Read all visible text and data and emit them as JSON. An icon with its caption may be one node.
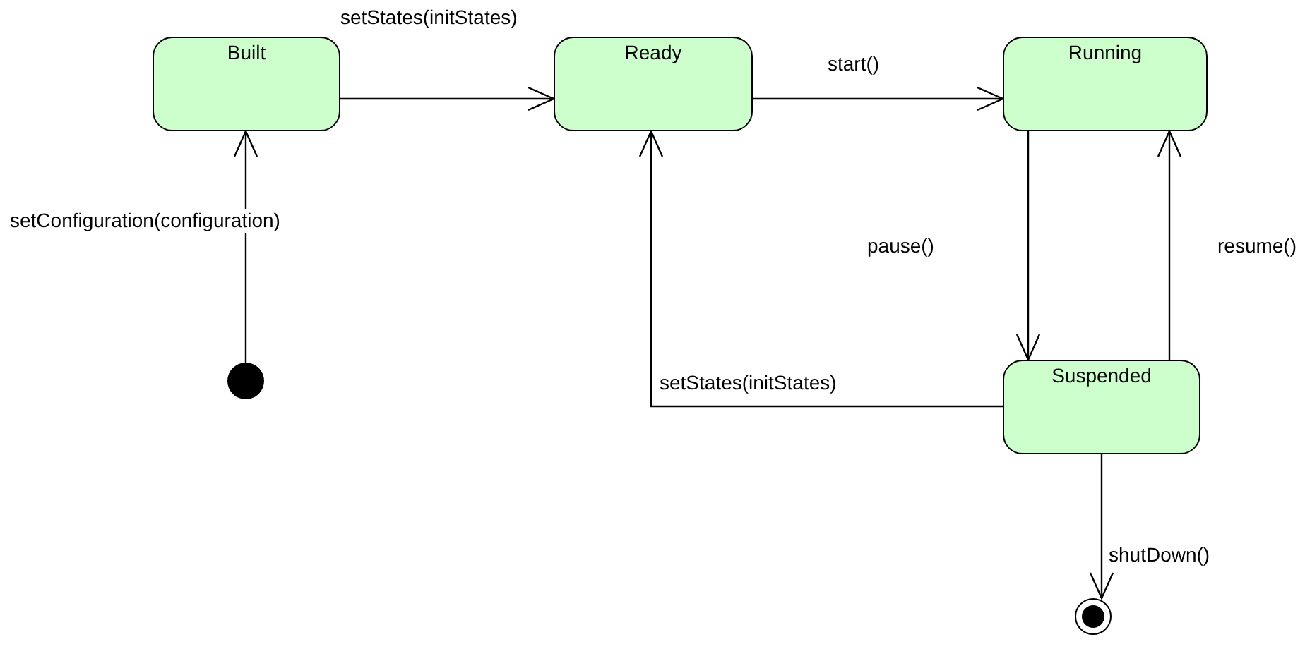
{
  "diagram": {
    "nodes": [
      {
        "text": [
          "Built"
        ]
      },
      {
        "text": [
          "Ready"
        ]
      },
      {
        "text": [
          "Running"
        ]
      },
      {
        "text": [
          "Suspended"
        ]
      },
      {
        "text": [],
        "shape": "circle"
      },
      {
        "text": [],
        "shape": "bullseye"
      }
    ],
    "edges": [
      {
        "from": 4,
        "to": 0,
        "arrow": "to",
        "label": "setConfiguration(configuration)"
      },
      {
        "from": 0,
        "to": 1,
        "arrow": "to",
        "label": "setStates(initStates)"
      },
      {
        "from": 1,
        "to": 2,
        "arrow": "to",
        "label": "start()"
      },
      {
        "from": 2,
        "to": 3,
        "arrow": "to",
        "label": "pause()"
      },
      {
        "from": 3,
        "to": 2,
        "arrow": "to",
        "label": "resume()"
      },
      {
        "from": 3,
        "to": 1,
        "arrow": "to",
        "label": "setStates(initStates)"
      },
      {
        "from": 3,
        "to": 5,
        "arrow": "to",
        "label": "shutDown()"
      }
    ]
  }
}
